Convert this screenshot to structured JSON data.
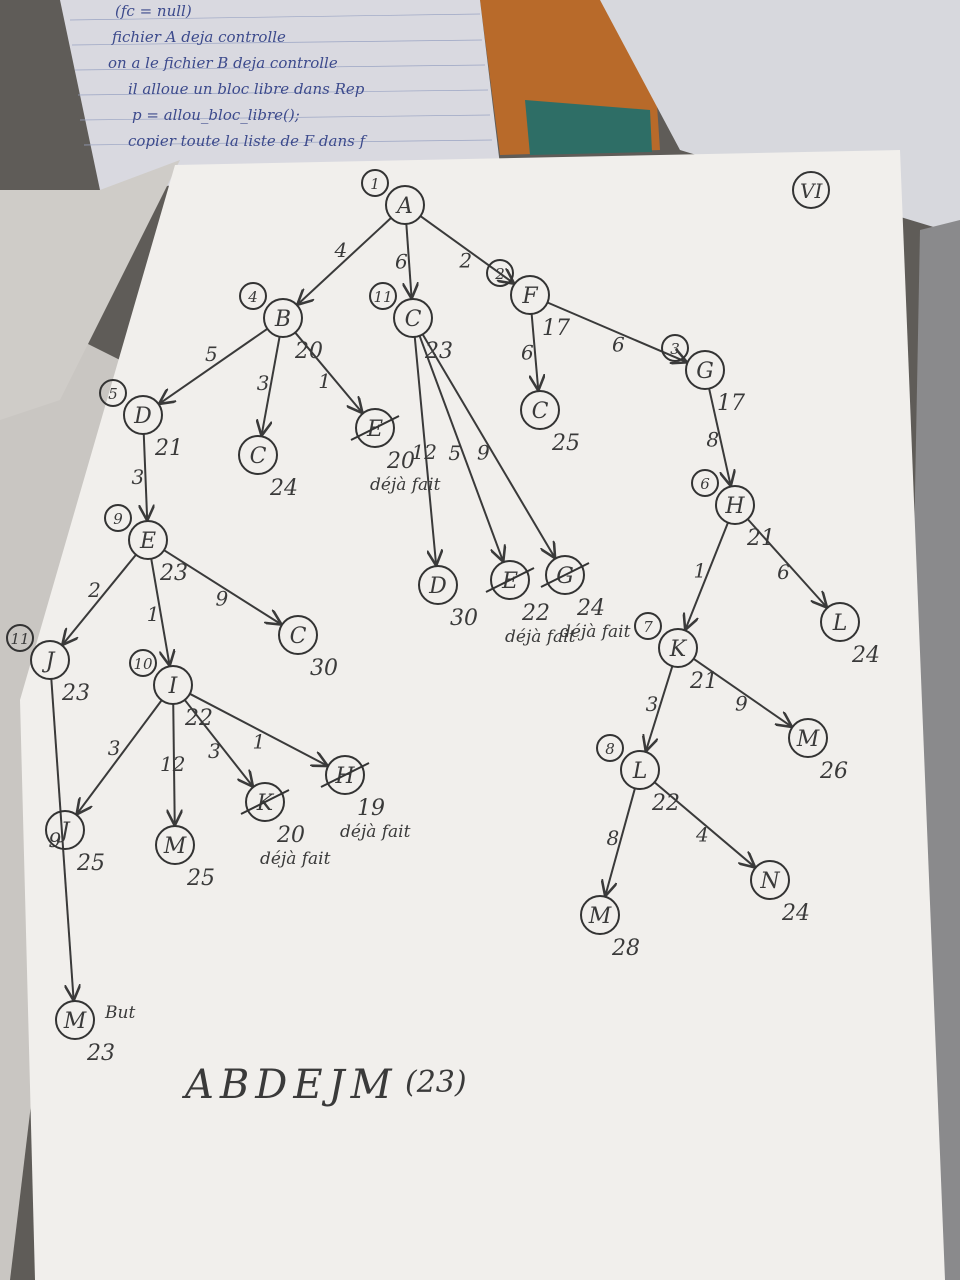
{
  "note": {
    "lines": [
      "(fc = null)",
      "fichier A deja controlle",
      "on a le fichier B deja controlle",
      "il alloue un bloc libre dans Rep",
      "p = allou_bloc_libre();",
      "copier toute la liste de F dans f"
    ]
  },
  "corner_mark": "VI",
  "tree": {
    "nodes": [
      {
        "id": "A",
        "label": "A",
        "order": "1",
        "cost": ""
      },
      {
        "id": "B",
        "label": "B",
        "order": "4",
        "cost": "20"
      },
      {
        "id": "C1",
        "label": "C",
        "order": "11",
        "cost": "23"
      },
      {
        "id": "F",
        "label": "F",
        "order": "2",
        "cost": "17"
      },
      {
        "id": "C2",
        "label": "C",
        "order": "",
        "cost": "25"
      },
      {
        "id": "G1",
        "label": "G",
        "order": "3",
        "cost": "17"
      },
      {
        "id": "D1",
        "label": "D",
        "order": "5",
        "cost": "21"
      },
      {
        "id": "C3",
        "label": "C",
        "order": "",
        "cost": "24"
      },
      {
        "id": "E1",
        "label": "E",
        "order": "",
        "cost": "20",
        "note": "déjà fait"
      },
      {
        "id": "H1",
        "label": "H",
        "order": "6",
        "cost": "21"
      },
      {
        "id": "E2",
        "label": "E",
        "order": "9",
        "cost": "23"
      },
      {
        "id": "D2",
        "label": "D",
        "order": "",
        "cost": "30"
      },
      {
        "id": "E3",
        "label": "E",
        "order": "",
        "cost": "22",
        "note": "déjà fait"
      },
      {
        "id": "G2",
        "label": "G",
        "order": "",
        "cost": "24",
        "note": "déjà fait"
      },
      {
        "id": "K1",
        "label": "K",
        "order": "7",
        "cost": "21"
      },
      {
        "id": "L1",
        "label": "L",
        "order": "",
        "cost": "24"
      },
      {
        "id": "J1",
        "label": "J",
        "order": "11",
        "cost": "23"
      },
      {
        "id": "I",
        "label": "I",
        "order": "10",
        "cost": "22"
      },
      {
        "id": "C4",
        "label": "C",
        "order": "",
        "cost": "30"
      },
      {
        "id": "L2",
        "label": "L",
        "order": "8",
        "cost": "22"
      },
      {
        "id": "M1",
        "label": "M",
        "order": "",
        "cost": "26"
      },
      {
        "id": "J2",
        "label": "J",
        "order": "",
        "cost": "25"
      },
      {
        "id": "M2",
        "label": "M",
        "order": "",
        "cost": "25"
      },
      {
        "id": "K2",
        "label": "K",
        "order": "",
        "cost": "20",
        "note": "déjà fait"
      },
      {
        "id": "H2",
        "label": "H",
        "order": "",
        "cost": "19",
        "note": "déjà fait"
      },
      {
        "id": "M3",
        "label": "M",
        "order": "",
        "cost": "28"
      },
      {
        "id": "N",
        "label": "N",
        "order": "",
        "cost": "24"
      },
      {
        "id": "M4",
        "label": "M",
        "order": "",
        "cost": "23",
        "note": "But"
      }
    ],
    "edges": [
      {
        "from": "A",
        "to": "B",
        "weight": "4"
      },
      {
        "from": "A",
        "to": "C1",
        "weight": "6"
      },
      {
        "from": "A",
        "to": "F",
        "weight": "2"
      },
      {
        "from": "F",
        "to": "C2",
        "weight": "6"
      },
      {
        "from": "F",
        "to": "G1",
        "weight": "6"
      },
      {
        "from": "B",
        "to": "D1",
        "weight": "5"
      },
      {
        "from": "B",
        "to": "C3",
        "weight": "3"
      },
      {
        "from": "B",
        "to": "E1",
        "weight": "1"
      },
      {
        "from": "G1",
        "to": "H1",
        "weight": "8"
      },
      {
        "from": "D1",
        "to": "E2",
        "weight": "3"
      },
      {
        "from": "C1",
        "to": "D2",
        "weight": "12"
      },
      {
        "from": "C1",
        "to": "E3",
        "weight": "5"
      },
      {
        "from": "C1",
        "to": "G2",
        "weight": "9"
      },
      {
        "from": "H1",
        "to": "K1",
        "weight": "1"
      },
      {
        "from": "H1",
        "to": "L1",
        "weight": "6"
      },
      {
        "from": "E2",
        "to": "J1",
        "weight": "2"
      },
      {
        "from": "E2",
        "to": "I",
        "weight": "1"
      },
      {
        "from": "E2",
        "to": "C4",
        "weight": "9"
      },
      {
        "from": "K1",
        "to": "L2",
        "weight": "3"
      },
      {
        "from": "K1",
        "to": "M1",
        "weight": "9"
      },
      {
        "from": "I",
        "to": "J2",
        "weight": "3"
      },
      {
        "from": "I",
        "to": "M2",
        "weight": "12"
      },
      {
        "from": "I",
        "to": "K2",
        "weight": "3"
      },
      {
        "from": "I",
        "to": "H2",
        "weight": "1"
      },
      {
        "from": "L2",
        "to": "M3",
        "weight": "8"
      },
      {
        "from": "L2",
        "to": "N",
        "weight": "4"
      },
      {
        "from": "J1",
        "to": "M4",
        "weight": "9"
      }
    ]
  },
  "result": {
    "path": "ABDEJM",
    "cost": "(23)"
  }
}
